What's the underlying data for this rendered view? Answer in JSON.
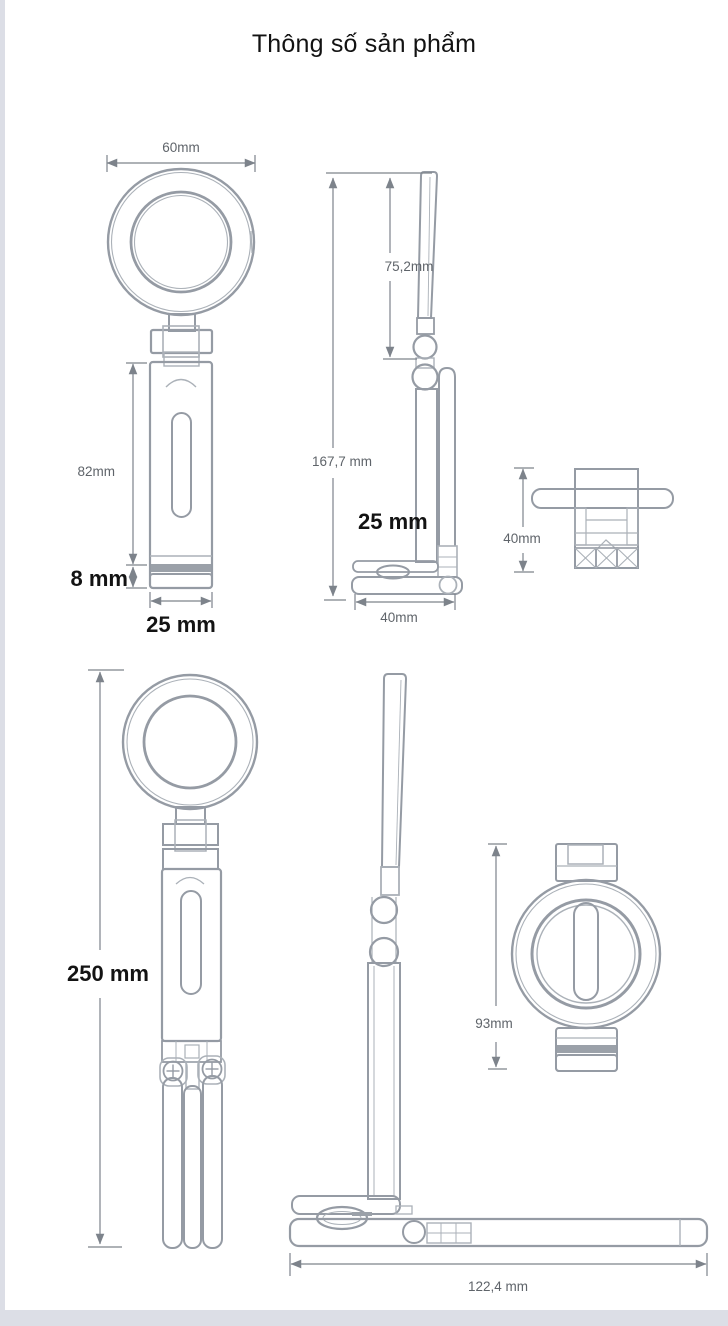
{
  "title": "Thông số sản phẩm",
  "colors": {
    "background": "#ffffff",
    "drawing_line": "#959ba4",
    "dimension_line": "#7d838b",
    "dimension_text": "#5f646a",
    "bold_text": "#131313",
    "edge_strip": "#dcdee6"
  },
  "figures": {
    "front_folded": {
      "width": "60mm",
      "body_height": "82mm",
      "foot_height": "8 mm",
      "base_width": "25 mm"
    },
    "side_folded": {
      "arm_length": "75,2mm",
      "total_height": "167,7 mm",
      "thickness": "25 mm",
      "base_depth": "40mm"
    },
    "bottom_view": {
      "depth": "40mm"
    },
    "front_extended": {
      "total_height": "250 mm"
    },
    "side_extended": {
      "base_length": "122,4 mm"
    },
    "back_folded": {
      "folded_height": "93mm"
    }
  }
}
